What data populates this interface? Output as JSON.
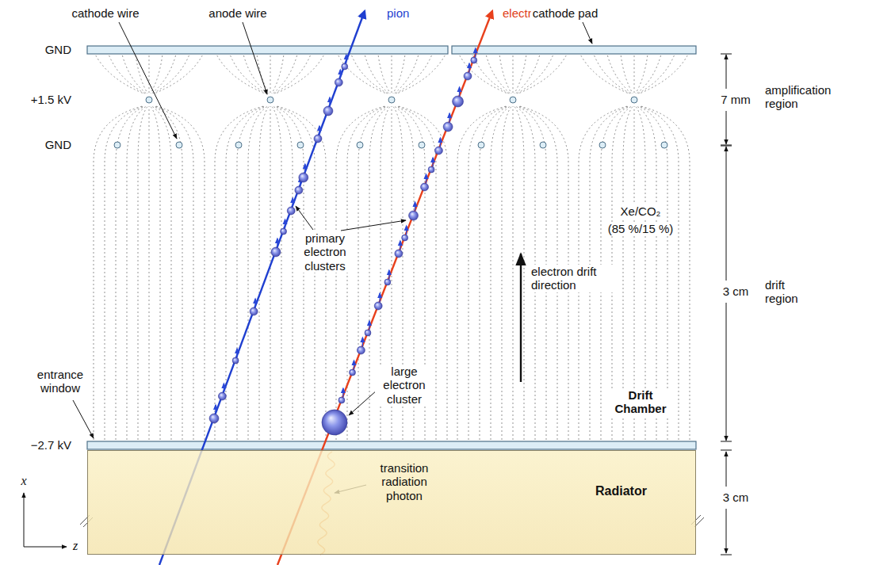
{
  "diagram": {
    "nodes": [
      {
        "text": [
          "Radiator"
        ]
      }
    ],
    "labels": [
      "cathode wire",
      "anode wire",
      "pion",
      "electron",
      "cathode pad",
      "GND",
      "+1.5 kV",
      "7 mm",
      "amplification region",
      "GND",
      "Xe/CO₂",
      "(85 %/15 %)",
      "primary electron clusters",
      "electron drift direction",
      "3 cm",
      "drift region",
      "entrance window",
      "large electron cluster",
      "Drift Chamber",
      "−2.7 kV",
      "transition radiation photon",
      "3 cm",
      "x",
      "z"
    ]
  }
}
